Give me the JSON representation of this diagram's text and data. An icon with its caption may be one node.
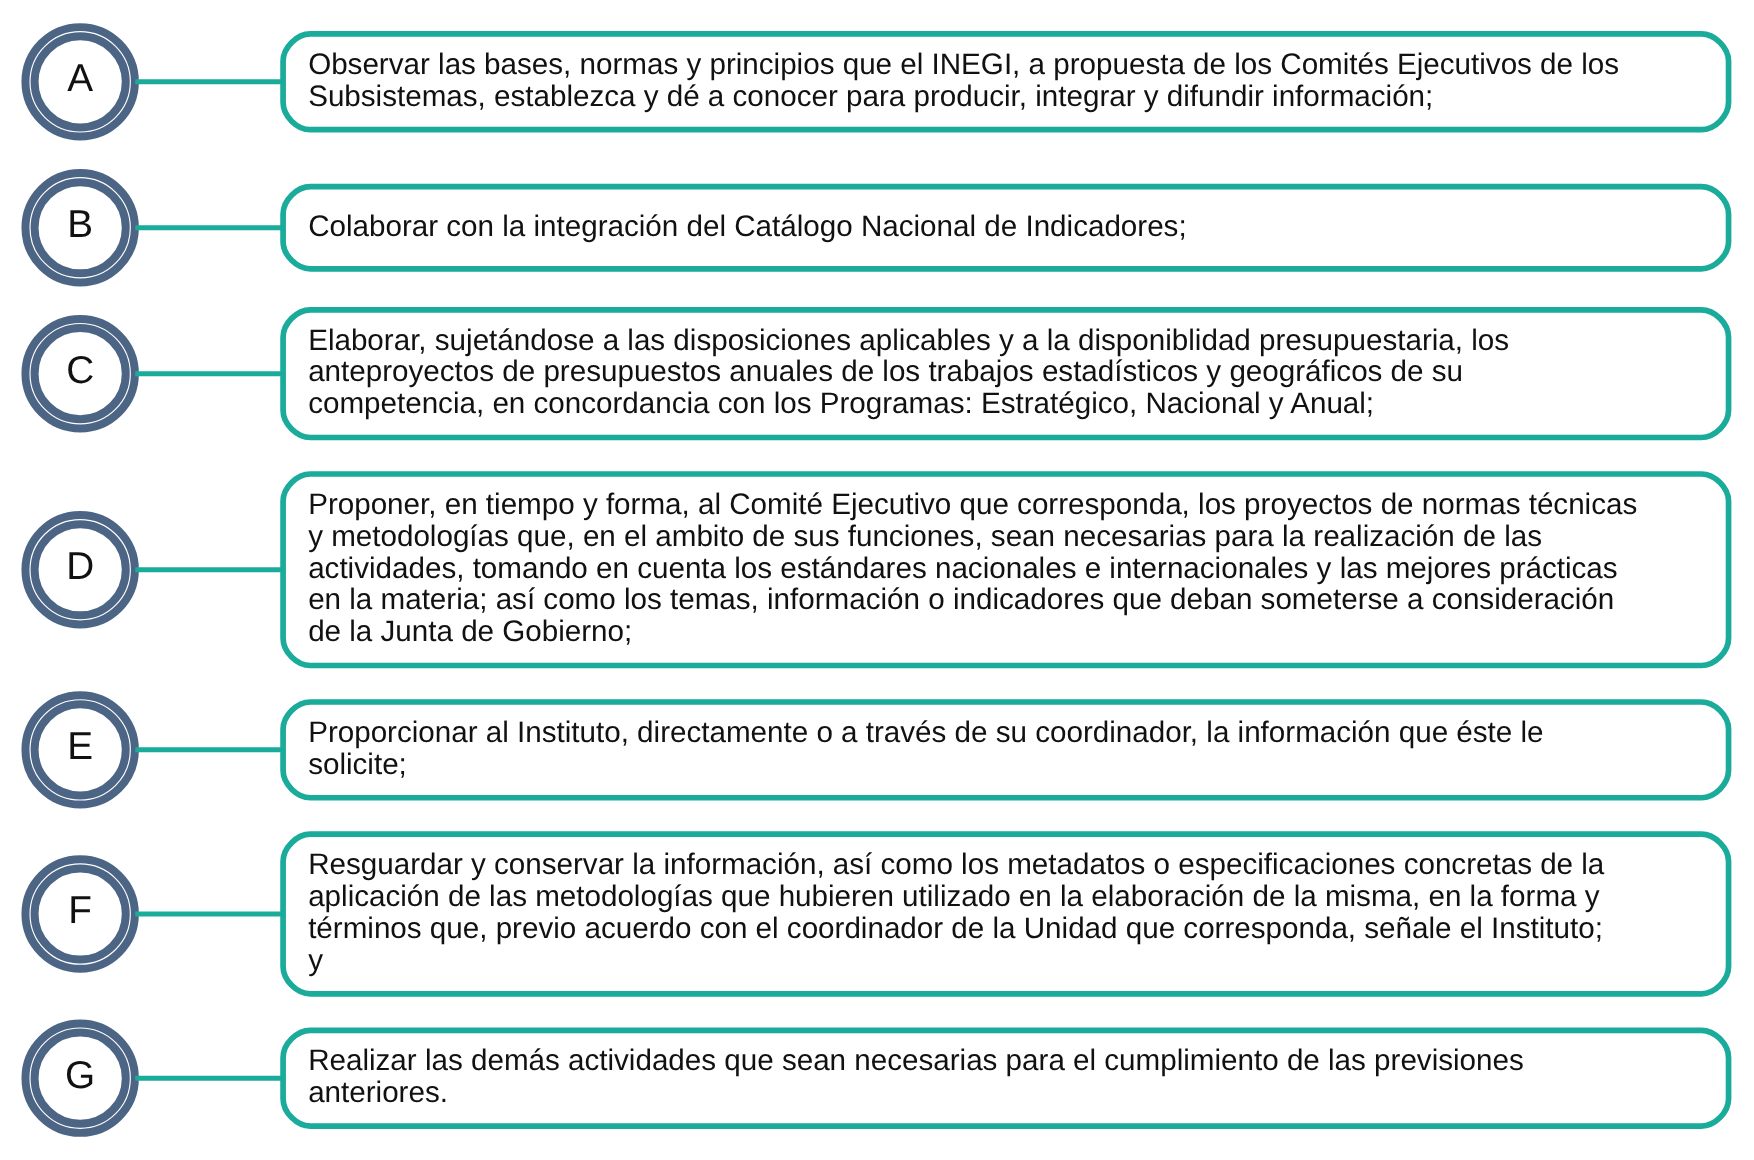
{
  "diagram": {
    "nodes": [
      {
        "text": [
          "A"
        ]
      },
      {
        "text": [
          "Observar las bases, normas y principios que el INEGI, a propuesta de los Comités Ejecutivos de los Subsistemas, establezca y dé a conocer para producir, integrar y difundir información;"
        ]
      },
      {
        "text": [
          "B"
        ]
      },
      {
        "text": [
          "Colaborar con la integración del Catálogo Nacional de Indicadores;"
        ]
      },
      {
        "text": [
          "C"
        ]
      },
      {
        "text": [
          "Elaborar, sujetándose a las disposiciones aplicables y a la disponiblidad presupuestaria, los anteproyectos de presupuestos anuales de los trabajos estadísticos y geográficos de su competencia, en concordancia con los Programas: Estratégico, Nacional y Anual;"
        ]
      },
      {
        "text": [
          "D"
        ]
      },
      {
        "text": [
          "Proponer, en tiempo y forma, al Comité Ejecutivo que corresponda, los proyectos de normas técnicas y metodologías que, en el ambito de sus funciones, sean necesarias para la realización de las actividades, tomando en cuenta los estándares nacionales e internacionales y las mejores prácticas en la materia; así como los temas, información o indicadores que deban someterse a consideración de la Junta de Gobierno;"
        ]
      },
      {
        "text": [
          "E"
        ]
      },
      {
        "text": [
          "Proporcionar al Instituto, directamente o a través de su coordinador, la información que éste le solicite;"
        ]
      },
      {
        "text": [
          "F"
        ]
      },
      {
        "text": [
          "Resguardar y conservar la información, así como los metadatos o especificaciones concretas de la aplicación de las metodologías que hubieren utilizado en la elaboración de la misma, en la forma y términos que, previo acuerdo con el coordinador de la Unidad que corresponda, señale el Instituto; y"
        ]
      },
      {
        "text": [
          "G"
        ]
      },
      {
        "text": [
          "Realizar las demás actividades que sean necesarias para el cumplimiento de las previsiones anteriores."
        ]
      }
    ],
    "edges": [
      {
        "from": 0,
        "to": 1,
        "arrow": "none"
      },
      {
        "from": 2,
        "to": 3,
        "arrow": "none"
      },
      {
        "from": 4,
        "to": 5,
        "arrow": "none"
      },
      {
        "from": 6,
        "to": 7,
        "arrow": "none"
      },
      {
        "from": 8,
        "to": 9,
        "arrow": "none"
      },
      {
        "from": 10,
        "to": 11,
        "arrow": "none"
      },
      {
        "from": 12,
        "to": 13,
        "arrow": "none"
      }
    ]
  }
}
